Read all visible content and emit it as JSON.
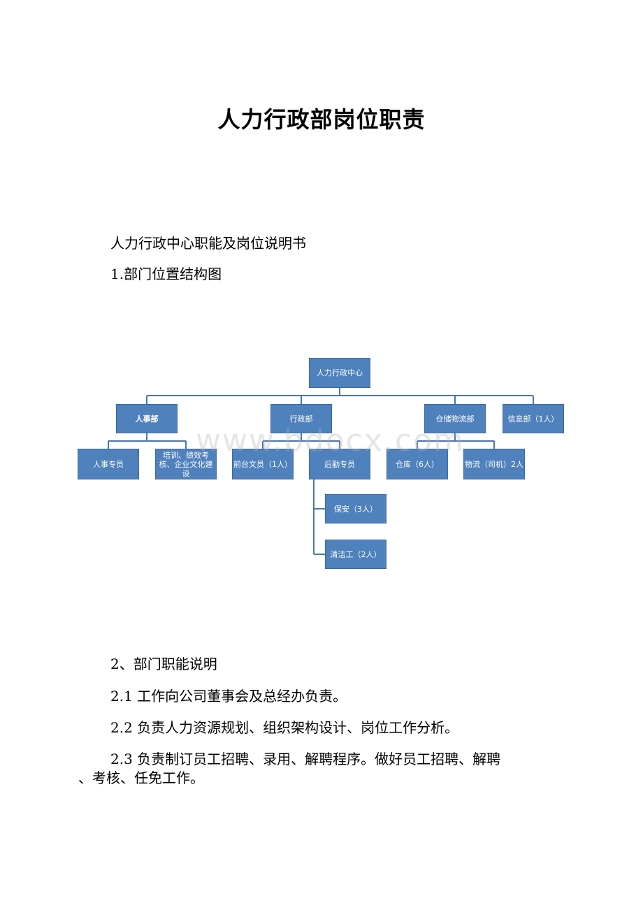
{
  "document": {
    "title": "人力行政部岗位职责",
    "subtitle": "人力行政中心职能及岗位说明书",
    "section1": "1.部门位置结构图",
    "section2": "2、部门职能说明",
    "item21": "2.1 工作向公司董事会及总经办负责。",
    "item22": "2.2 负责人力资源规划、组织架构设计、岗位工作分析。",
    "item23_line1": "2.3 负责制订员工招聘、录用、解聘程序。做好员工招聘、解聘",
    "item23_line2": "、考核、任免工作。"
  },
  "org_chart": {
    "root": "人力行政中心",
    "hr": "人事部",
    "admin": "行政部",
    "warehouse": "仓储物流部",
    "info": "信息部（1人）",
    "hr_staff": "人事专员",
    "training": "培训、绩效考核、企业文化建设",
    "reception": "前台文员（1人）",
    "logistics": "后勤专员",
    "security": "保安（3人）",
    "cleaner": "清洁工（2人）",
    "storage": "仓库（6人）",
    "shipping": "物流（司机）2人",
    "box_color": "#4f81bd",
    "line_color": "#4a76b0"
  },
  "watermark": "www.bdocx.com"
}
